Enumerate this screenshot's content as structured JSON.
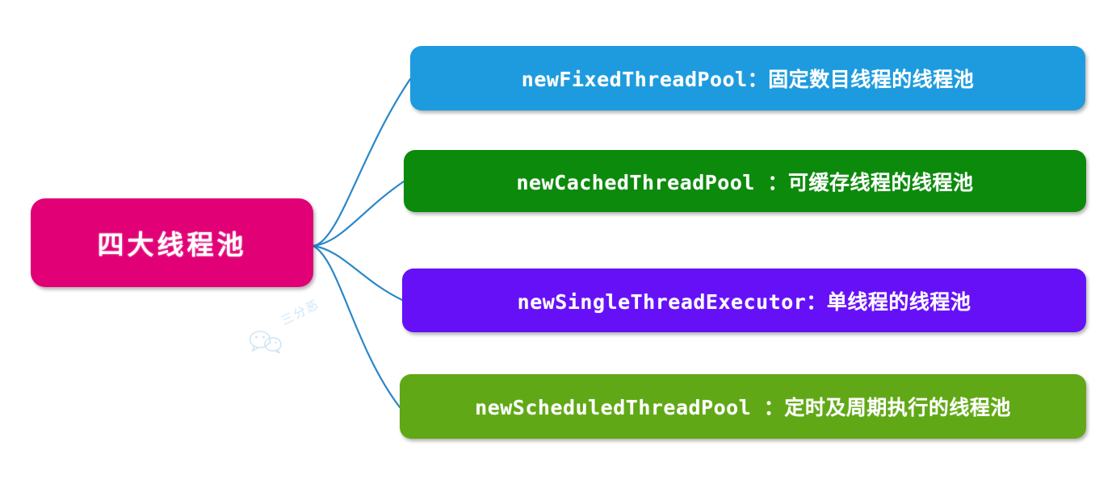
{
  "diagram": {
    "title": "四大线程池",
    "type": "mind-map",
    "background_color": "#ffffff",
    "connector_color": "#2b87c8",
    "root": {
      "label": "四大线程池",
      "color": "#e10075",
      "text_color": "#ffffff"
    },
    "branches": [
      {
        "id": "fixed",
        "label": "newFixedThreadPool：固定数目线程的线程池",
        "color": "#1e9bde",
        "text_color": "#ffffff"
      },
      {
        "id": "cached",
        "label": "newCachedThreadPool ：可缓存线程的线程池",
        "color": "#0b8a0b",
        "text_color": "#ffffff"
      },
      {
        "id": "single",
        "label": "newSingleThreadExecutor：单线程的线程池",
        "color": "#6610f8",
        "text_color": "#ffffff"
      },
      {
        "id": "scheduled",
        "label": "newScheduledThreadPool ：定时及周期执行的线程池",
        "color": "#61a816",
        "text_color": "#ffffff"
      }
    ],
    "watermark": {
      "text": "三分恶",
      "icon": "wechat-icon",
      "color": "#cfe6f7"
    }
  }
}
